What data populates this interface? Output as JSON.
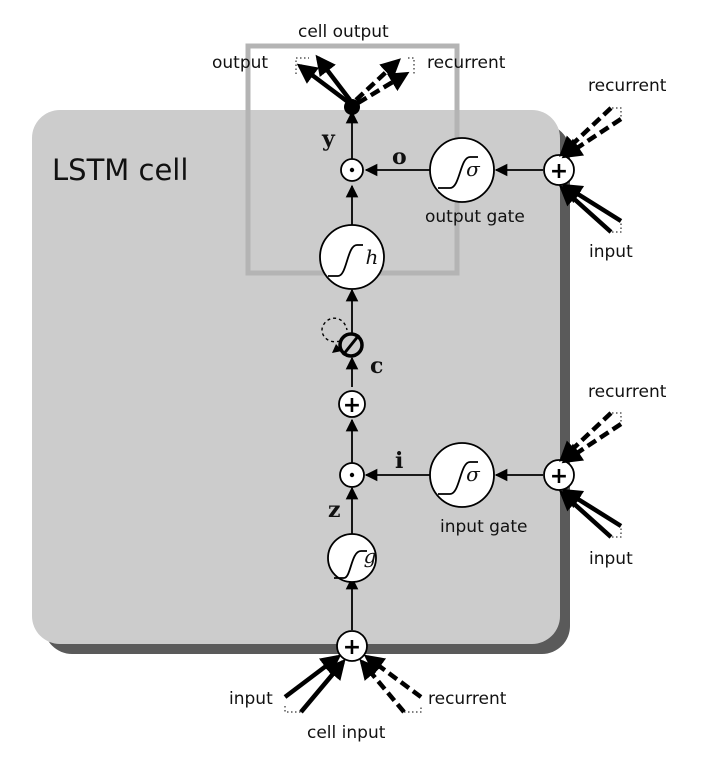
{
  "title": "LSTM cell",
  "labels": {
    "cell_output": "cell output",
    "output": "output",
    "recurrent_top": "recurrent",
    "gate_o_recurrent": "recurrent",
    "gate_o_input": "input",
    "gate_i_recurrent": "recurrent",
    "gate_i_input": "input",
    "output_gate": "output gate",
    "input_gate": "input gate",
    "cell_in_input": "input",
    "cell_in_recurrent": "recurrent",
    "cell_input": "cell input"
  },
  "variables": {
    "y": "y",
    "o": "o",
    "c": "c",
    "i": "i",
    "z": "z"
  },
  "functions": {
    "h": "h",
    "sigma_o": "σ",
    "sigma_i": "σ",
    "g": "g"
  },
  "symbols": {
    "plus": "+"
  },
  "colors": {
    "cell_fill": "#cccccc",
    "cell_shadow": "#5a5a5a",
    "highlight_box": "#b4b4b4",
    "line": "#000000"
  }
}
